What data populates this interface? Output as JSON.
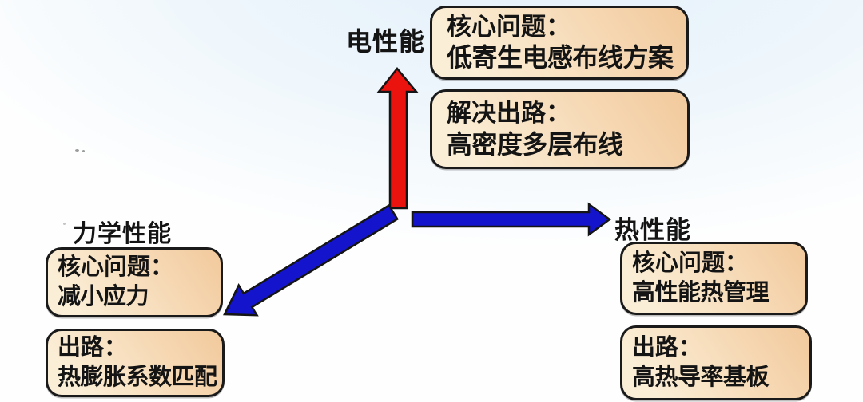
{
  "colors": {
    "arrow_red": "#ea130d",
    "arrow_blue": "#1414cc",
    "arrow_outline": "#151515",
    "box_border": "#1a1a1a",
    "box_fill_light": "#fbeed6",
    "box_fill_dark": "#f2c99c",
    "text": "#141414",
    "bg_tint": "#e3eff9"
  },
  "axes": {
    "electrical": {
      "label": "电性能",
      "core_title": "核心问题：",
      "core_text": "低寄生电感布线方案",
      "solution_title": "解决出路：",
      "solution_text": "高密度多层布线"
    },
    "thermal": {
      "label": "热性能",
      "core_title": "核心问题：",
      "core_text": "高性能热管理",
      "solution_title": "出路：",
      "solution_text": "高热导率基板"
    },
    "mechanical": {
      "label": "力学性能",
      "core_title": "核心问题：",
      "core_text": "减小应力",
      "solution_title": "出路：",
      "solution_text": "热膨胀系数匹配"
    }
  }
}
